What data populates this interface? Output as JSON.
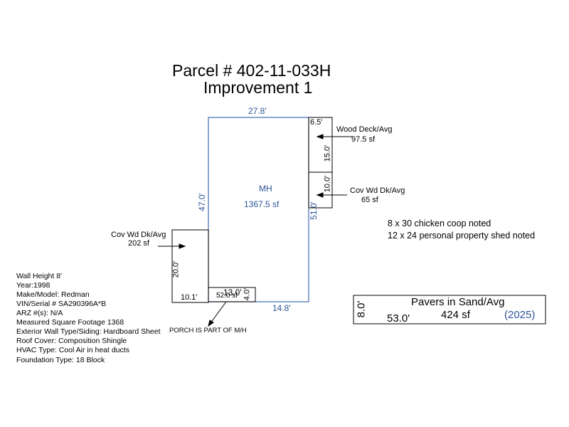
{
  "title": {
    "parcel": "Parcel # 402-11-033H",
    "improvement": "Improvement 1"
  },
  "main_building": {
    "label": "MH",
    "area": "1367.5 sf",
    "dim_top": "27.8'",
    "dim_left": "47.0'",
    "dim_right": "51.0'",
    "dim_bottom": "14.8'"
  },
  "wood_deck": {
    "label": "Wood Deck/Avg",
    "area": "97.5 sf",
    "dim_width": "6.5'",
    "dim_height": "15.0'"
  },
  "cov_deck_right": {
    "label": "Cov Wd Dk/Avg",
    "area": "65 sf",
    "dim_height": "10.0'"
  },
  "cov_deck_left": {
    "label": "Cov Wd Dk/Avg",
    "area": "202 sf",
    "dim_height": "20.0'",
    "dim_width": "10.1'"
  },
  "porch": {
    "area": "52.0 sf",
    "dim_width": "13.0'",
    "dim_height": "4.0'",
    "note": "PORCH IS PART OF M/H"
  },
  "notes": [
    "8 x 30 chicken coop noted",
    "12 x 24 personal property shed noted"
  ],
  "pavers": {
    "label": "Pavers in Sand/Avg",
    "area": "424 sf",
    "year": "(2025)",
    "dim_height": "8.0'",
    "dim_width": "53.0'"
  },
  "info": [
    "Wall Height 8'",
    "Year:1998",
    "Make/Model: Redman",
    "VIN/Serial # SA290396A*B",
    "ARZ #(s): N/A",
    "Measured Square Footage 1368",
    "Exterior Wall Type/Siding: Hardboard Sheet",
    "Roof Cover: Composition Shingle",
    "HVAC Type: Cool Air in heat ducts",
    "Foundation Type: 18 Block"
  ],
  "colors": {
    "building_line": "#3f6fb0",
    "text_blue": "#2e5597",
    "outline": "#000000"
  }
}
